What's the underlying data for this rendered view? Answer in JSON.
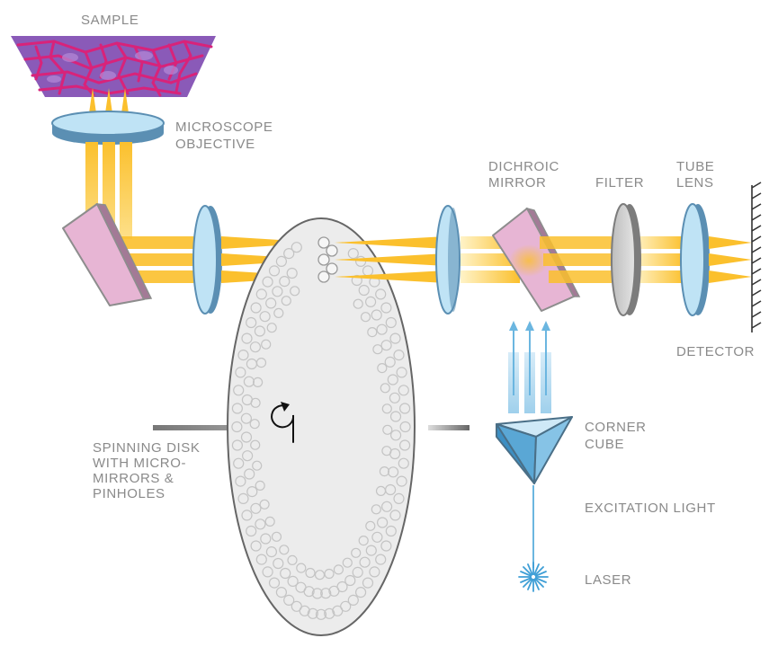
{
  "labels": {
    "sample": "SAMPLE",
    "objective": [
      "MICROSCOPE",
      "OBJECTIVE"
    ],
    "dichroic": [
      "DICHROIC",
      "MIRROR"
    ],
    "filter": "FILTER",
    "tube_lens": [
      "TUBE",
      "LENS"
    ],
    "detector": "DETECTOR",
    "corner_cube": [
      "CORNER",
      "CUBE"
    ],
    "spinning_disk": [
      "SPINNING DISK",
      "WITH MICRO-",
      "MIRRORS &",
      "PINHOLES"
    ],
    "excitation": "EXCITATION LIGHT",
    "laser": "LASER"
  },
  "colors": {
    "beam": "#fbc02d",
    "beam_light": "#ffe9a8",
    "excitation": "#6bb6e0",
    "lens_fill": "#bfe3f5",
    "lens_edge": "#5b8fb3",
    "mirror_fill": "#e7b5d4",
    "mirror_edge": "#8d8d8d",
    "disk_fill": "#ececec",
    "text": "#8a8a8a",
    "sample_fill": "#8a5ab8",
    "sample_lines": "#d8237a"
  }
}
